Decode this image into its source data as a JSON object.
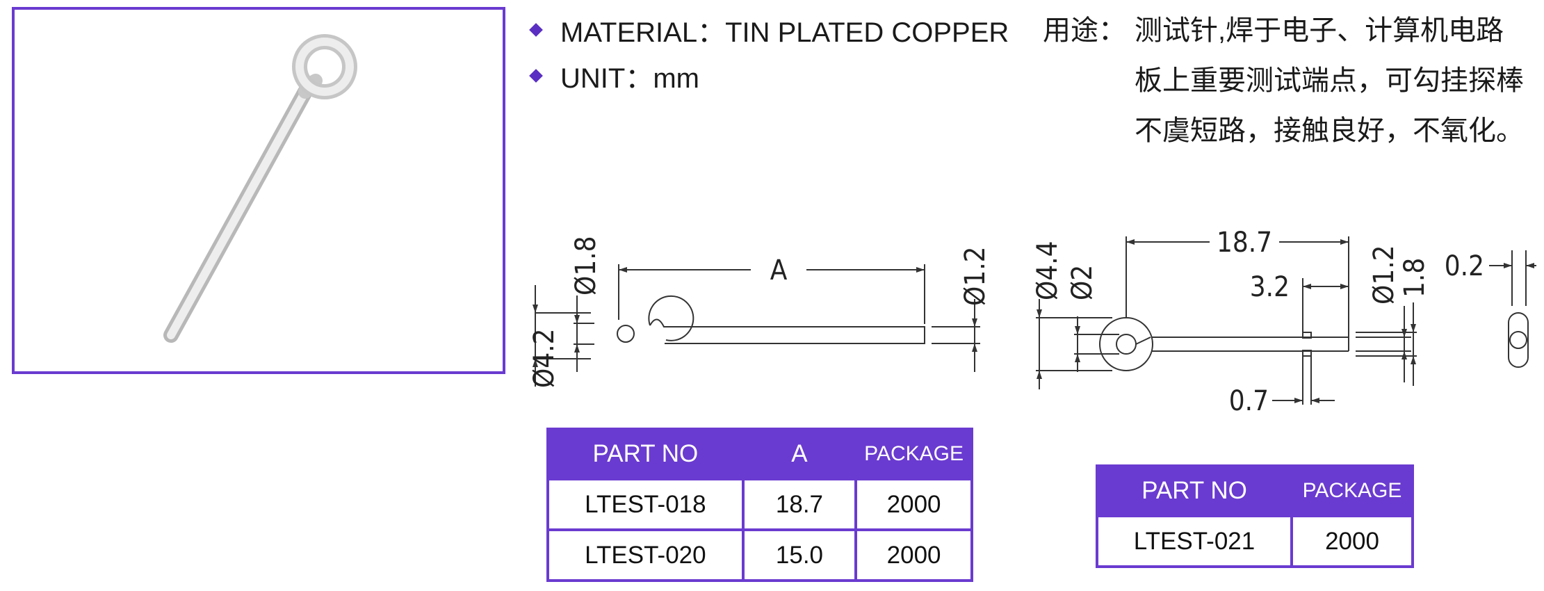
{
  "specs": {
    "material": "MATERIAL：TIN PLATED COPPER",
    "unit": "UNIT：mm"
  },
  "usage": {
    "label": "用途：",
    "text": "测试针,焊于电子、计算机电路板上重要测试端点，可勾挂探棒不虞短路，接触良好，不氧化。"
  },
  "drawing_left": {
    "dim_a": "A",
    "dim_hole": "Ø1.8",
    "dim_outer": "Ø4.2",
    "dim_wire": "Ø1.2"
  },
  "drawing_right": {
    "dim_length": "18.7",
    "dim_outer": "Ø4.4",
    "dim_hole": "Ø2",
    "dim_groove_pos": "3.2",
    "dim_wire": "Ø1.2",
    "dim_groove_span": "1.8",
    "dim_groove_width": "0.7",
    "dim_thickness": "0.2"
  },
  "table1": {
    "headers": [
      "PART NO",
      "A",
      "PACKAGE"
    ],
    "rows": [
      [
        "LTEST-018",
        "18.7",
        "2000"
      ],
      [
        "LTEST-020",
        "15.0",
        "2000"
      ]
    ]
  },
  "table2": {
    "headers": [
      "PART NO",
      "PACKAGE"
    ],
    "rows": [
      [
        "LTEST-021",
        "2000"
      ]
    ]
  },
  "colors": {
    "accent": "#6a3bd0",
    "bullet": "#5a2fc2"
  }
}
